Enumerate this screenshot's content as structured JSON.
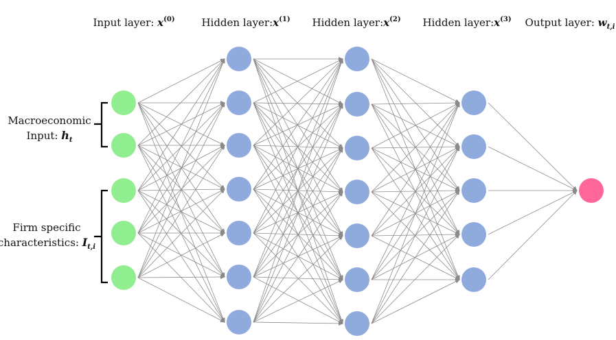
{
  "layers": [
    {
      "id": "input",
      "label": "Input layer: ",
      "symbol": "x",
      "sup": "(0)",
      "sub": "",
      "nodes": 5,
      "color": "#90ee90"
    },
    {
      "id": "hidden1",
      "label": "Hidden layer:",
      "symbol": "x",
      "sup": "(1)",
      "sub": "",
      "nodes": 7,
      "color": "#8faadc"
    },
    {
      "id": "hidden2",
      "label": "Hidden layer:",
      "symbol": "x",
      "sup": "(2)",
      "sub": "",
      "nodes": 7,
      "color": "#8faadc"
    },
    {
      "id": "hidden3",
      "label": "Hidden layer:",
      "symbol": "x",
      "sup": "(3)",
      "sub": "",
      "nodes": 5,
      "color": "#8faadc"
    },
    {
      "id": "output",
      "label": "Output layer:  ",
      "symbol": "w",
      "sup": "",
      "sub": "t,i",
      "nodes": 1,
      "color": "#ff6699"
    }
  ],
  "groups": [
    {
      "id": "macro",
      "line1": "Macroeconomic",
      "line2": "Input: ",
      "symbol": "h",
      "sub": "t",
      "input_nodes": [
        0,
        1
      ]
    },
    {
      "id": "firm",
      "line1": "Firm specific",
      "line2": "characteristics: ",
      "symbol": "I",
      "sub": "t,i",
      "input_nodes": [
        2,
        3,
        4
      ]
    }
  ],
  "colors": {
    "edge": "#8a8a8a",
    "brace": "#000000",
    "text": "#111111"
  }
}
